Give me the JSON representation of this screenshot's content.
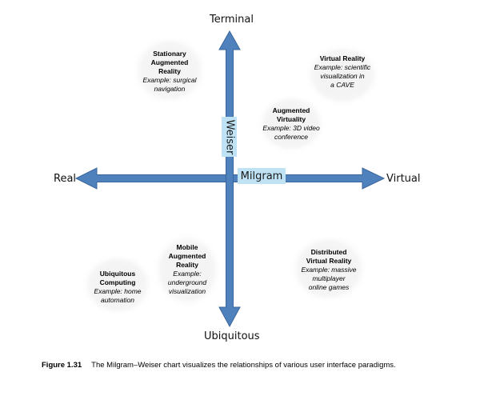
{
  "axes": {
    "top": "Terminal",
    "bottom": "Ubiquitous",
    "left": "Real",
    "right": "Virtual",
    "vertical_tag": "Weiser",
    "horizontal_tag": "Milgram"
  },
  "items": {
    "stationary_ar": {
      "name": [
        "Stationary",
        "Augmented",
        "Reality"
      ],
      "example": [
        "Example: surgical",
        "navigation"
      ]
    },
    "virtual_reality": {
      "name": [
        "Virtual Reality"
      ],
      "example": [
        "Example: scientific",
        "visualization in",
        "a CAVE"
      ]
    },
    "augmented_virtuality": {
      "name": [
        "Augmented",
        "Virtuality"
      ],
      "example": [
        "Example: 3D video",
        "conference"
      ]
    },
    "mobile_ar": {
      "name": [
        "Mobile",
        "Augmented",
        "Reality"
      ],
      "example": [
        "Example:",
        "underground",
        "visualization"
      ]
    },
    "ubiquitous_computing": {
      "name": [
        "Ubiquitous",
        "Computing"
      ],
      "example": [
        "Example: home",
        "automation"
      ]
    },
    "distributed_vr": {
      "name": [
        "Distributed",
        "Virtual Reality"
      ],
      "example": [
        "Example: massive",
        "multiplayer",
        "online games"
      ]
    }
  },
  "caption": {
    "label": "Figure 1.31",
    "text": "The Milgram–Weiser chart visualizes the relationships of various user interface paradigms."
  },
  "colors": {
    "arrow_fill": "#4f81bd",
    "arrow_stroke": "#3a659c",
    "tag_fill": "#bfe3f5",
    "bubble_fill": "#f4f4f4"
  }
}
